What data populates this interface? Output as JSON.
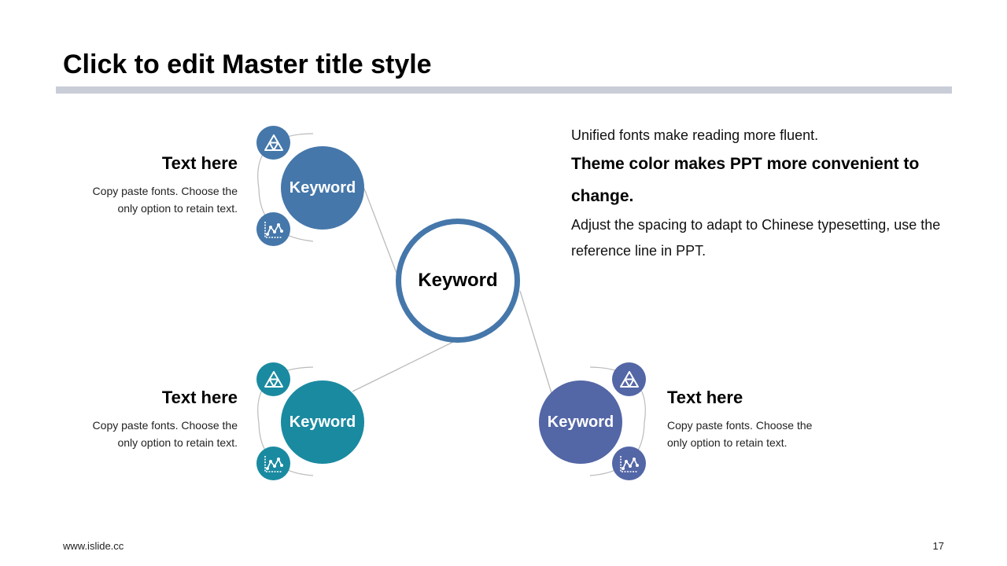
{
  "slide": {
    "title": "Click to edit Master title style",
    "footer_url": "www.islide.cc",
    "page_number": "17"
  },
  "colors": {
    "rule": "#C8CDD8",
    "blue": "#4577AA",
    "teal": "#1A8AA0",
    "indigo": "#5366A6",
    "connector": "#BBBBBB"
  },
  "diagram": {
    "center": {
      "label": "Keyword"
    },
    "nodes": [
      {
        "label": "Keyword",
        "color": "blue",
        "heading": "Text here",
        "body_line1": "Copy paste fonts. Choose the",
        "body_line2": "only  option to retain text.",
        "icon_top": "triangle-icon",
        "icon_bottom": "scatter-chart-icon"
      },
      {
        "label": "Keyword",
        "color": "teal",
        "heading": "Text here",
        "body_line1": "Copy paste fonts. Choose the",
        "body_line2": "only  option to retain text.",
        "icon_top": "triangle-icon",
        "icon_bottom": "scatter-chart-icon"
      },
      {
        "label": "Keyword",
        "color": "indigo",
        "heading": "Text here",
        "body_line1": "Copy paste fonts. Choose the",
        "body_line2": "only  option to retain text.",
        "icon_top": "triangle-icon",
        "icon_bottom": "scatter-chart-icon"
      }
    ]
  },
  "info": {
    "line1": "Unified fonts make reading more fluent.",
    "line2": "Theme color makes PPT more convenient to change.",
    "line3": "Adjust the spacing to adapt to Chinese typesetting, use the reference  line in PPT."
  }
}
